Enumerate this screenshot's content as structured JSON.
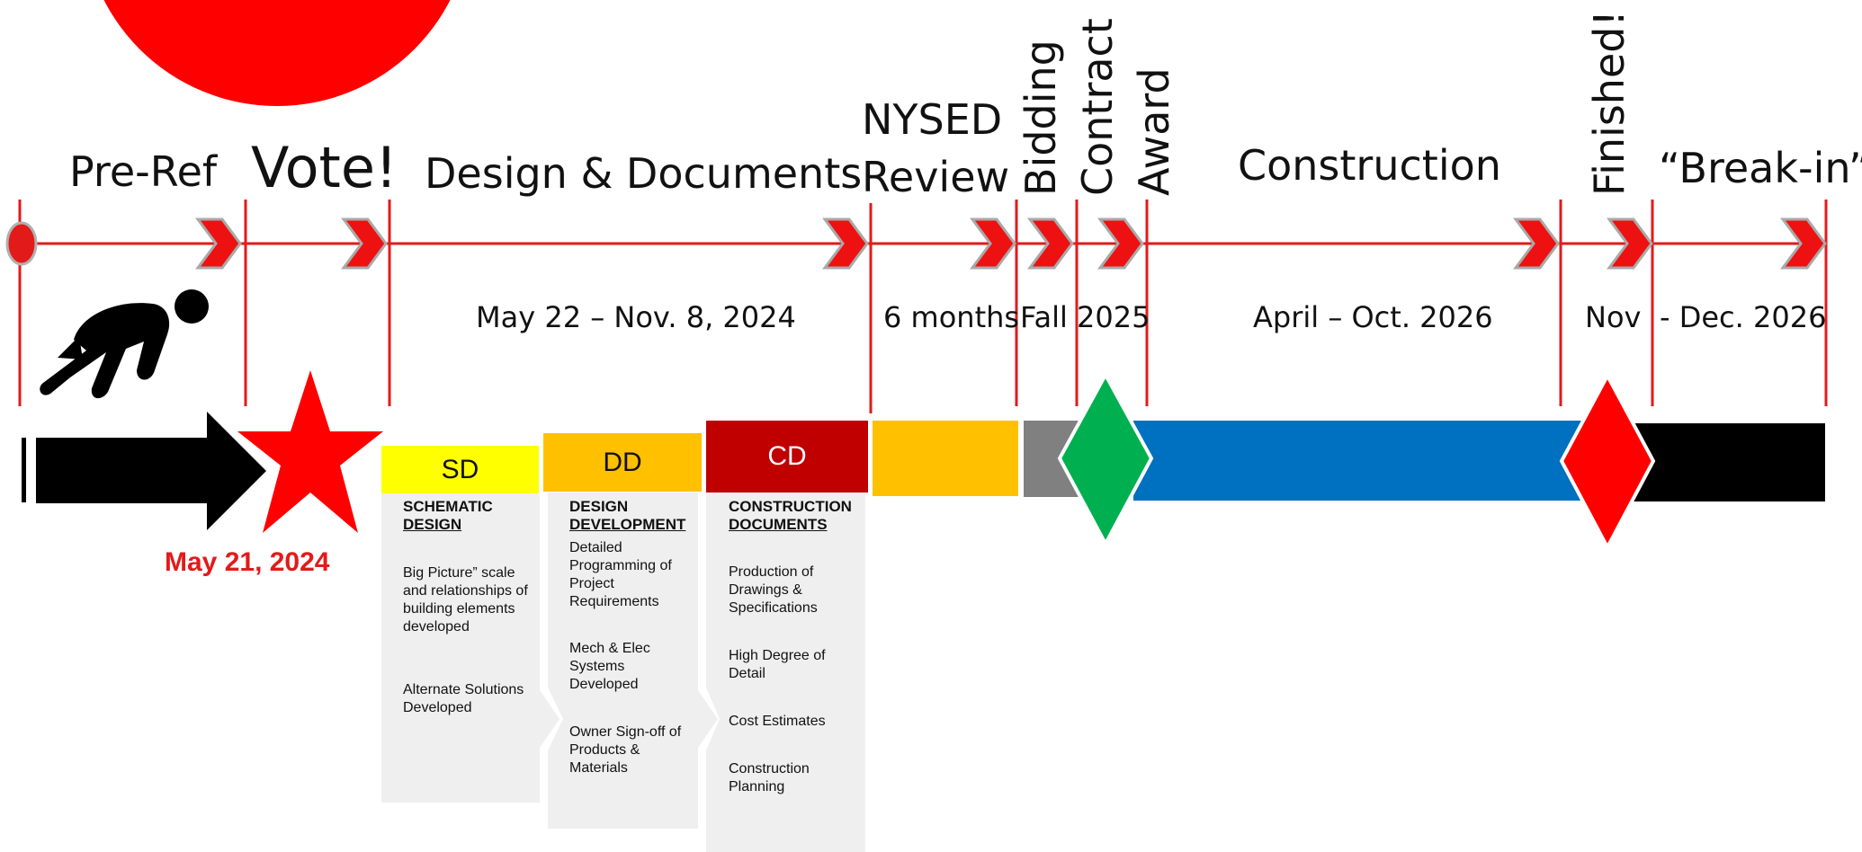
{
  "colors": {
    "timeline_red": "#e31a1a",
    "chevron_red": "#ee1111",
    "chevron_outline": "#a9a9a9",
    "sd_yellow": "#ffff00",
    "dd_orange": "#ffc000",
    "cd_red": "#c00000",
    "review_orange": "#ffc000",
    "bidding_gray": "#808080",
    "award_green": "#00b050",
    "construction_blue": "#0070c0",
    "finished_red": "#ff0000",
    "breakin_black": "#000000",
    "panel_gray": "#efefef"
  },
  "stages": {
    "pre_ref": "Pre-Ref",
    "vote": "Vote!",
    "design_documents": "Design & Documents",
    "nysed_line1": "NYSED",
    "nysed_line2": "Review",
    "bidding": "Bidding",
    "contract": "Contract",
    "award": "Award",
    "construction": "Construction",
    "finished": "Finished!",
    "break_in": "“Break-in”"
  },
  "dates": {
    "design": "May 22 – Nov. 8, 2024",
    "review": "6 months",
    "bidding": "Fall 2025",
    "construction": "April – Oct. 2026",
    "finished": "Nov",
    "break_in": "- Dec. 2026",
    "vote_date": "May 21, 2024"
  },
  "icons": {
    "top_circle": "red-circle-shape",
    "start_marker": "red-oval-marker",
    "runner": "runner-starting-position-icon",
    "star": "red-star-icon",
    "arrow": "black-arrow-shape",
    "chevron": "chevron-right-icon",
    "green_diamond": "green-diamond-shape",
    "red_diamond": "red-diamond-shape"
  },
  "phases": {
    "sd": {
      "label": "SD",
      "title_line1": "SCHEMATIC",
      "title_line2": "DESIGN",
      "items": [
        "Big Picture” scale and relationships of building elements developed",
        "Alternate Solutions Developed"
      ]
    },
    "dd": {
      "label": "DD",
      "title_line1": "DESIGN",
      "title_line2": "DEVELOPMENT",
      "items": [
        "Detailed Programming of Project Requirements",
        "Mech & Elec Systems Developed",
        "Owner Sign-off of Products & Materials"
      ]
    },
    "cd": {
      "label": "CD",
      "title_line1": "CONSTRUCTION",
      "title_line2": "DOCUMENTS",
      "items": [
        "Production of Drawings & Specifications",
        "High Degree of Detail",
        "Cost Estimates",
        "Construction Planning"
      ]
    }
  }
}
